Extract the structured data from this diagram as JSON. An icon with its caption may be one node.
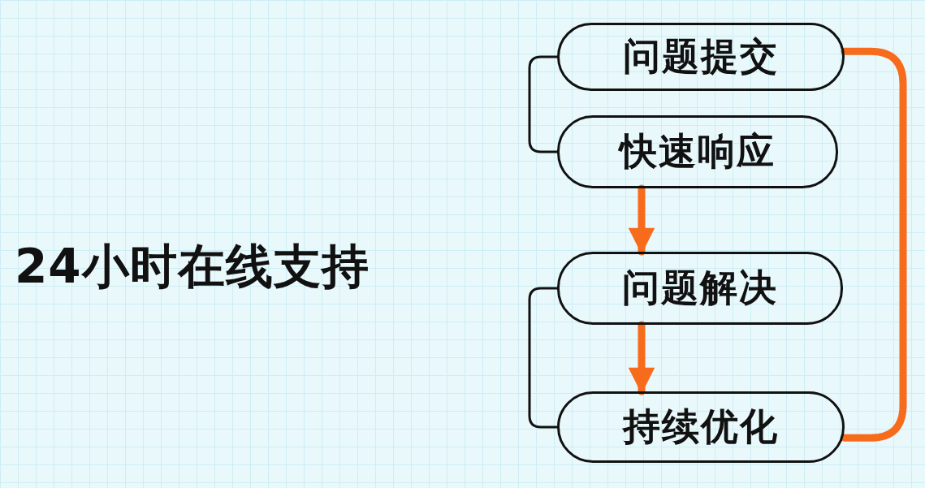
{
  "diagram": {
    "title": "24小时在线支持",
    "nodes": [
      {
        "text": [
          "问题提交"
        ]
      },
      {
        "text": [
          "快速响应"
        ]
      },
      {
        "text": [
          "问题解决"
        ]
      },
      {
        "text": [
          "持续优化"
        ]
      }
    ],
    "edges": [
      {
        "from": 0,
        "to": 1,
        "arrow": "none",
        "color": "#111111"
      },
      {
        "from": 1,
        "to": 2,
        "arrow": "to",
        "color": "#f76b1c"
      },
      {
        "from": 2,
        "to": 3,
        "arrow": "to",
        "color": "#f76b1c"
      },
      {
        "from": 2,
        "to": 3,
        "arrow": "none",
        "color": "#111111"
      },
      {
        "from": 0,
        "to": 3,
        "arrow": "none",
        "color": "#f76b1c"
      }
    ]
  }
}
